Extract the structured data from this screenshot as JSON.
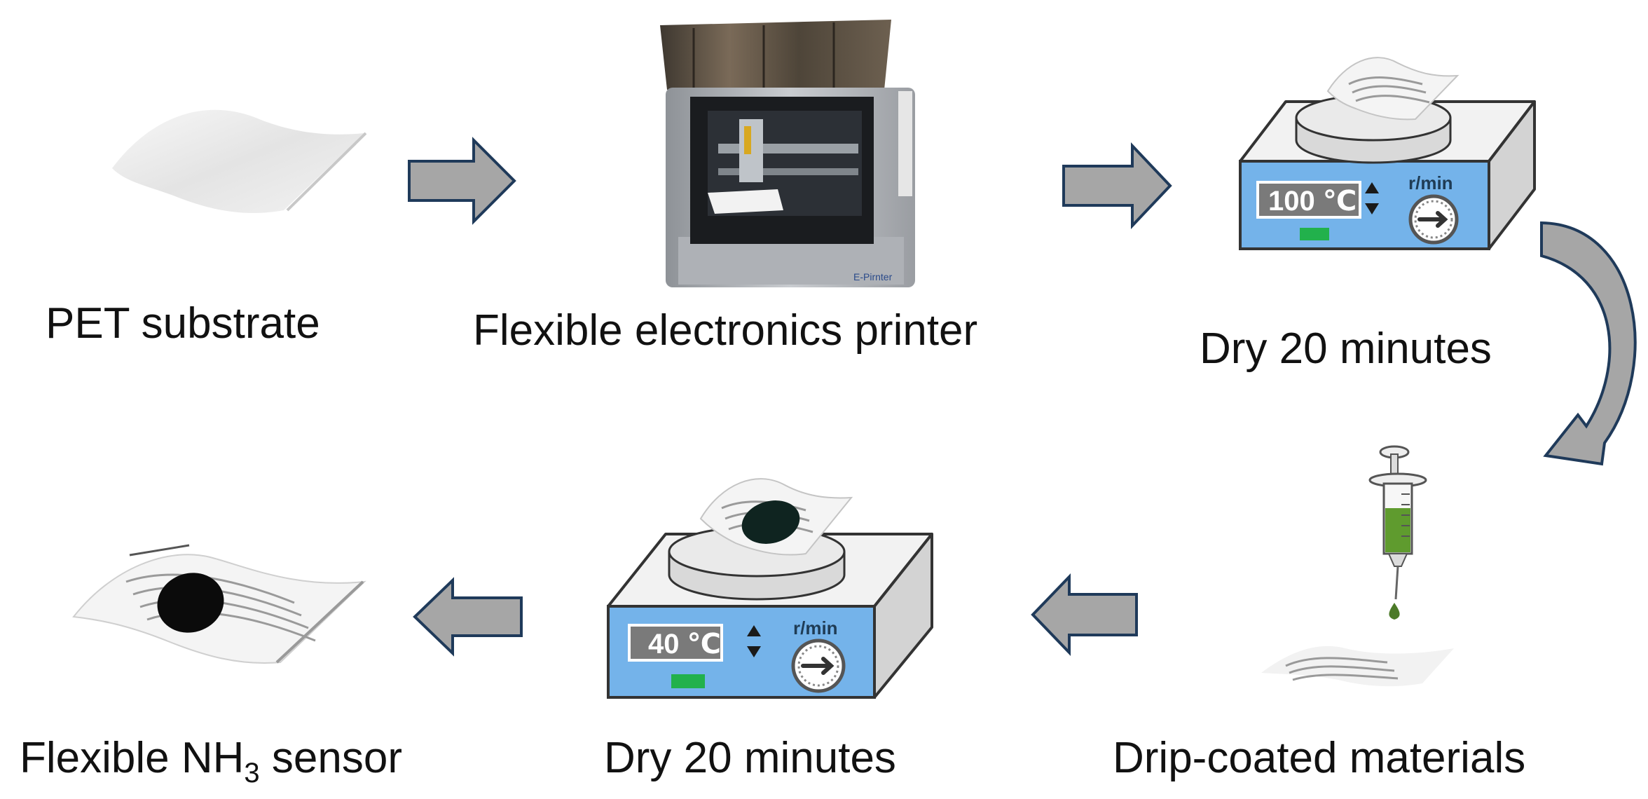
{
  "steps": {
    "pet_substrate": "PET substrate",
    "printer": "Flexible electronics printer",
    "dry1": "Dry 20 minutes",
    "drip": "Drip-coated materials",
    "dry2": "Dry 20 minutes",
    "sensor_pre": "Flexible NH",
    "sensor_sub": "3",
    "sensor_post": " sensor"
  },
  "hotplate_1": {
    "temperature": "100 ℃",
    "speed_unit": "r/min"
  },
  "hotplate_2": {
    "temperature": "40 ℃",
    "speed_unit": "r/min"
  },
  "colors": {
    "arrow_fill": "#a6a6a6",
    "arrow_stroke": "#1f3a5a",
    "hotplate_front": "#74b3ea",
    "hotplate_side": "#d3d3d3",
    "indicator": "#22b14c",
    "ink": "#0f2420",
    "solution": "#5f9b2e"
  }
}
